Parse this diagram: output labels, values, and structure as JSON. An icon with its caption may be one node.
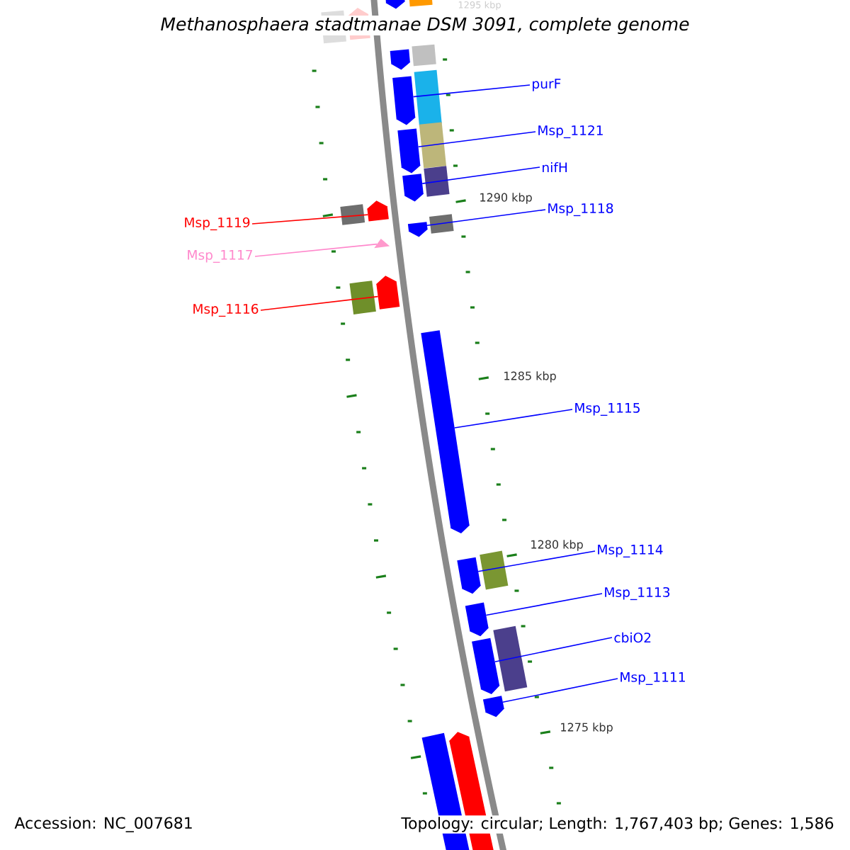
{
  "diagram": {
    "title": "Methanosphaera stadtmanae DSM 3091, complete genome",
    "nodes": [
      {
        "text": [
          "purF"
        ]
      },
      {
        "text": [],
        "shape": "bar"
      },
      {
        "text": [
          "Msp_1121"
        ]
      },
      {
        "text": [],
        "shape": "bar"
      },
      {
        "text": [
          "nifH"
        ]
      },
      {
        "text": [],
        "shape": "bar"
      },
      {
        "text": [
          "Msp_1118"
        ]
      },
      {
        "text": [],
        "shape": "bar"
      },
      {
        "text": [
          "Msp_1119"
        ]
      },
      {
        "text": [],
        "shape": "bar"
      },
      {
        "text": [
          "Msp_1117"
        ]
      },
      {
        "text": [],
        "shape": "bar"
      },
      {
        "text": [
          "Msp_1116"
        ]
      },
      {
        "text": [],
        "shape": "bar"
      },
      {
        "text": [
          "Msp_1115"
        ]
      },
      {
        "text": [],
        "shape": "bar"
      },
      {
        "text": [
          "Msp_1114"
        ]
      },
      {
        "text": [],
        "shape": "bar"
      },
      {
        "text": [
          "Msp_1113"
        ]
      },
      {
        "text": [],
        "shape": "bar"
      },
      {
        "text": [
          "cbiO2"
        ]
      },
      {
        "text": [],
        "shape": "bar"
      },
      {
        "text": [
          "Msp_1111"
        ]
      },
      {
        "text": [],
        "shape": "bar"
      },
      {
        "text": [],
        "shape": "bar"
      },
      {
        "text": [],
        "shape": "bar"
      },
      {
        "text": [],
        "shape": "bar"
      },
      {
        "text": [],
        "shape": "bar"
      },
      {
        "text": [],
        "shape": "bar"
      },
      {
        "text": [],
        "shape": "bar"
      },
      {
        "text": [],
        "shape": "bar"
      },
      {
        "text": [],
        "shape": "bar"
      },
      {
        "text": [],
        "shape": "bar"
      },
      {
        "text": [],
        "shape": "bar"
      },
      {
        "text": [],
        "shape": "bar"
      },
      {
        "text": [],
        "shape": "bar"
      },
      {
        "text": [],
        "shape": "bar"
      },
      {
        "text": [],
        "shape": "bar"
      },
      {
        "text": [],
        "shape": "bar"
      },
      {
        "text": [],
        "shape": "bar"
      }
    ],
    "edges": [
      {
        "from": 0,
        "to": 1,
        "arrow": "none"
      },
      {
        "from": 2,
        "to": 3,
        "arrow": "none"
      },
      {
        "from": 4,
        "to": 5,
        "arrow": "none"
      },
      {
        "from": 6,
        "to": 7,
        "arrow": "none"
      },
      {
        "from": 8,
        "to": 9,
        "arrow": "none",
        "color": "#ff0000"
      },
      {
        "from": 10,
        "to": 11,
        "arrow": "none",
        "color": "#ff88cc"
      },
      {
        "from": 12,
        "to": 13,
        "arrow": "none",
        "color": "#ff0000"
      },
      {
        "from": 14,
        "to": 15,
        "arrow": "none"
      },
      {
        "from": 16,
        "to": 17,
        "arrow": "none"
      },
      {
        "from": 18,
        "to": 19,
        "arrow": "none"
      },
      {
        "from": 20,
        "to": 21,
        "arrow": "none"
      },
      {
        "from": 22,
        "to": 23,
        "arrow": "none"
      }
    ],
    "labels": [
      "1295 kbp",
      "1290 kbp",
      "1285 kbp",
      "1280 kbp",
      "1275 kbp",
      "Accession: NC_007681",
      "Topology: circular; Length: 1,767,403 bp; Genes: 1,586"
    ]
  }
}
